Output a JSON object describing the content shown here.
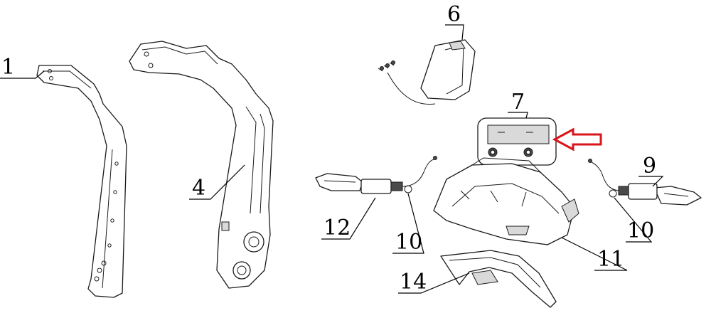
{
  "diagram": {
    "callouts": {
      "c1": "1",
      "c4": "4",
      "c6": "6",
      "c7": "7",
      "c9": "9",
      "c10a": "10",
      "c10b": "10",
      "c11": "11",
      "c12": "12",
      "c14": "14"
    },
    "highlight_arrow_color": "#d9141b",
    "line_color": "#1a1a1a"
  }
}
